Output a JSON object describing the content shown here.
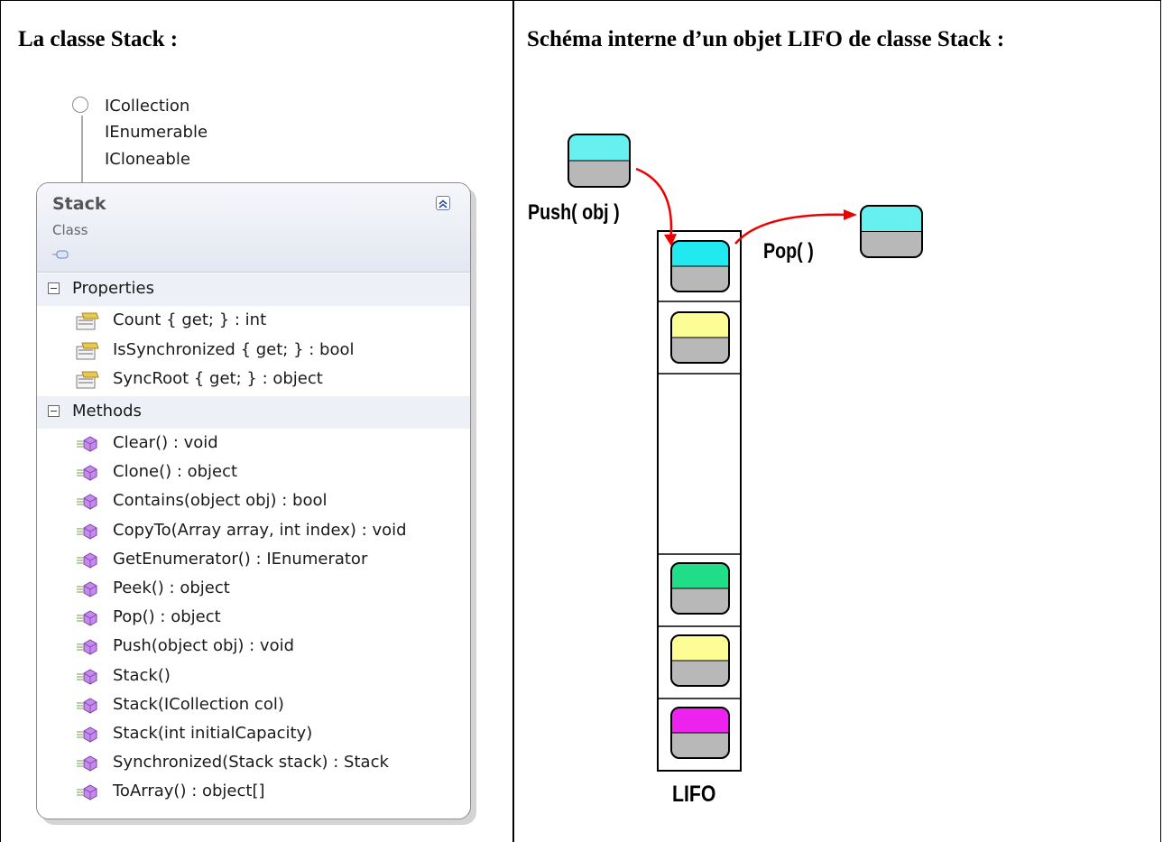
{
  "headings": {
    "left": "La classe Stack :",
    "right": "Schéma interne d’un objet LIFO de classe Stack :"
  },
  "interfaces": [
    "ICollection",
    "IEnumerable",
    "ICloneable"
  ],
  "class": {
    "name": "Stack",
    "kind": "Class",
    "sections": {
      "properties": {
        "label": "Properties",
        "items": [
          "Count { get; } : int",
          "IsSynchronized { get; } : bool",
          "SyncRoot { get; } : object"
        ]
      },
      "methods": {
        "label": "Methods",
        "items": [
          "Clear() : void",
          "Clone() : object",
          "Contains(object obj) : bool",
          "CopyTo(Array array, int index) : void",
          "GetEnumerator() : IEnumerator",
          "Peek() : object",
          "Pop() : object",
          "Push(object obj) : void",
          "Stack()",
          "Stack(ICollection col)",
          "Stack(int initialCapacity)",
          "Synchronized(Stack stack) : Stack",
          "ToArray() : object[]"
        ]
      }
    }
  },
  "diagram": {
    "push_label": "Push( obj )",
    "pop_label": "Pop( )",
    "stack_label": "LIFO",
    "colors": {
      "cyan": "#66f0f0",
      "cyan_bright": "#22e8f0",
      "yellow": "#fdfd96",
      "green": "#22dd88",
      "magenta": "#ee22ee",
      "gray": "#b8b8b8",
      "arrow": "#ee0000"
    },
    "stack_top_to_bottom": [
      "cyan",
      "yellow",
      "empty",
      "green",
      "yellow",
      "magenta"
    ]
  }
}
